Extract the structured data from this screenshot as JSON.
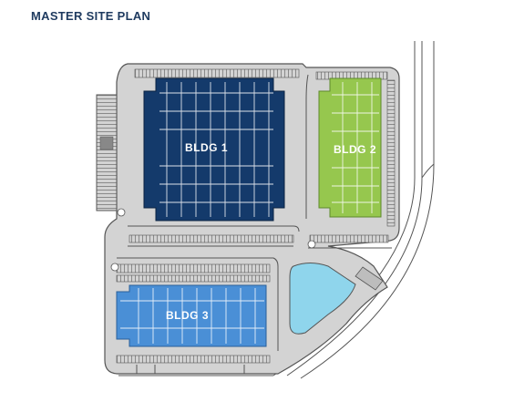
{
  "header": {
    "title": "MASTER SITE PLAN"
  },
  "buildings": [
    {
      "id": "bldg1",
      "label": "BLDG 1",
      "color": "#143a6b"
    },
    {
      "id": "bldg2",
      "label": "BLDG 2",
      "color": "#96c74e"
    },
    {
      "id": "bldg3",
      "label": "BLDG 3",
      "color": "#4a8fd6"
    }
  ],
  "colors": {
    "pavement": "#d3d3d3",
    "curb": "#555555",
    "pond": "#8fd5ec",
    "grid_line": "#ffffff"
  }
}
